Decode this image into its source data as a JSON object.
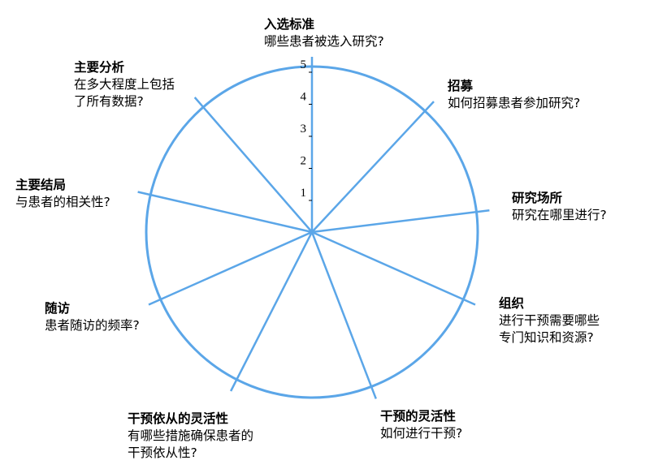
{
  "colors": {
    "stroke": "#5ba6e8"
  },
  "axis": {
    "ticks": [
      "1",
      "2",
      "3",
      "4",
      "5"
    ]
  },
  "domains": [
    {
      "title": "入选标准",
      "q1": "哪些患者被选入研究?",
      "q2": ""
    },
    {
      "title": "招募",
      "q1": "如何招募患者参加研究?",
      "q2": ""
    },
    {
      "title": "研究场所",
      "q1": "研究在哪里进行?",
      "q2": ""
    },
    {
      "title": "组织",
      "q1": "进行干预需要哪些",
      "q2": "专门知识和资源?"
    },
    {
      "title": "干预的灵活性",
      "q1": "如何进行干预?",
      "q2": ""
    },
    {
      "title": "干预依从的灵活性",
      "q1": "有哪些措施确保患者的",
      "q2": "干预依从性?"
    },
    {
      "title": "随访",
      "q1": "患者随访的频率?",
      "q2": ""
    },
    {
      "title": "主要结局",
      "q1": "与患者的相关性?",
      "q2": ""
    },
    {
      "title": "主要分析",
      "q1": "在多大程度上包括",
      "q2": "了所有数据?"
    }
  ]
}
